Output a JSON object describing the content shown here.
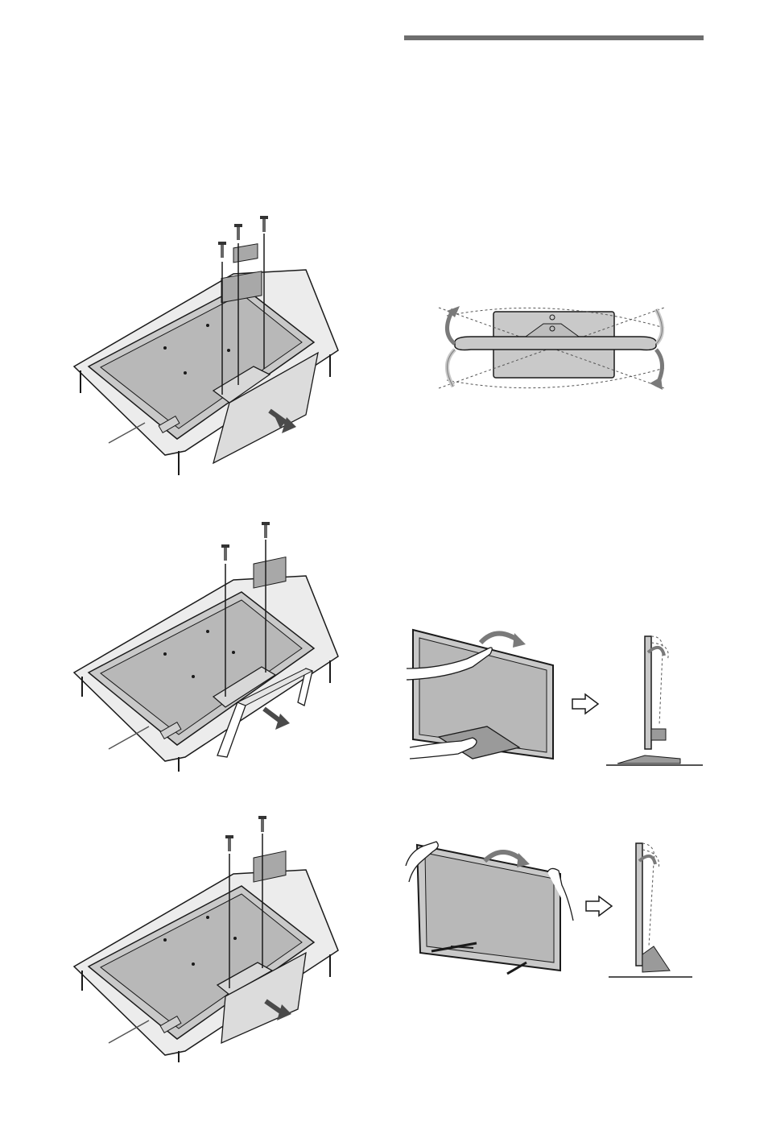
{
  "page": {
    "section_rule": true
  },
  "figures": [
    {
      "id": "stand-removal-1",
      "screws": 3
    },
    {
      "id": "stand-removal-2",
      "screws": 2
    },
    {
      "id": "stand-removal-3",
      "screws": 2
    },
    {
      "id": "swivel-top-view"
    },
    {
      "id": "tilt-adjust-1"
    },
    {
      "id": "tilt-adjust-2"
    }
  ],
  "icons": {
    "screw": "screw-icon",
    "arrow": "direction-arrow-icon",
    "next": "outline-arrow-icon"
  },
  "colors": {
    "line": "#1a1a1a",
    "panel_fill": "#c9c9c9",
    "panel_inner": "#b8b8b8",
    "rule": "#6e6e6e",
    "swivel_arrow": "#7a7a7a"
  }
}
